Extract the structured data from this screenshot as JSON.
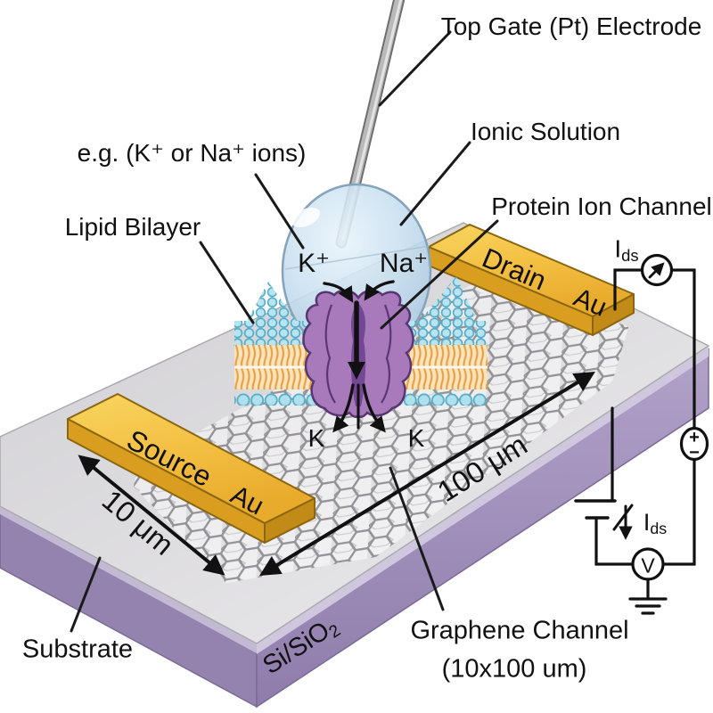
{
  "labels": {
    "top_gate": "Top Gate (Pt) Electrode",
    "ionic_solution": "Ionic Solution",
    "protein_channel": "Protein Ion Channel",
    "example_ions": "e.g.  (K⁺ or Na⁺ ions)",
    "lipid_bilayer": "Lipid Bilayer",
    "substrate": "Substrate",
    "si_sio2_base": "Si/SiO",
    "si_sio2_sub": "2",
    "graphene_line1": "Graphene Channel",
    "graphene_line2": "(10x100 um)"
  },
  "electrodes": {
    "source": "Source",
    "drain": "Drain",
    "material": "Au"
  },
  "dimensions": {
    "channel_width": "10 μm",
    "channel_length": "100 μm"
  },
  "ions": {
    "potassium": "K⁺",
    "sodium": "Na⁺",
    "k_flux": "K"
  },
  "circuit": {
    "current_base": "I",
    "current_sub": "ds",
    "voltmeter": "V",
    "source_plus": "+",
    "source_minus": "−"
  },
  "colors": {
    "droplet": "#bcd8ec",
    "lipid_head": "#b7e4f0",
    "lipid_tail": "#eda44a",
    "protein": "#a87abc",
    "gold": "#f2bc3f",
    "substrate_purple": "#a18fbc",
    "chip_gray": "#dcdbde",
    "graphene_line": "#8e8e93",
    "wire": "#111111"
  }
}
